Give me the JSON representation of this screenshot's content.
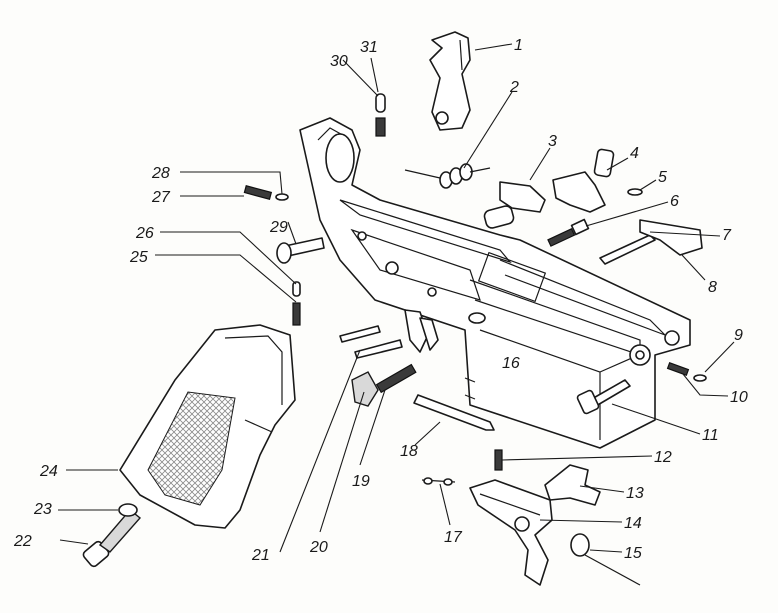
{
  "labels": {
    "1": "1",
    "2": "2",
    "3": "3",
    "4": "4",
    "5": "5",
    "6": "6",
    "7": "7",
    "8": "8",
    "9": "9",
    "10": "10",
    "11": "11",
    "12": "12",
    "13": "13",
    "14": "14",
    "15": "15",
    "16": "16",
    "17": "17",
    "18": "18",
    "19": "19",
    "20": "20",
    "21": "21",
    "22": "22",
    "23": "23",
    "24": "24",
    "25": "25",
    "26": "26",
    "27": "27",
    "28": "28",
    "29": "29",
    "30": "30",
    "31": "31"
  },
  "colors": {
    "ink": "#1a1a1a",
    "background": "#fdfdfb",
    "grip_texture": "#9a9a9a"
  }
}
